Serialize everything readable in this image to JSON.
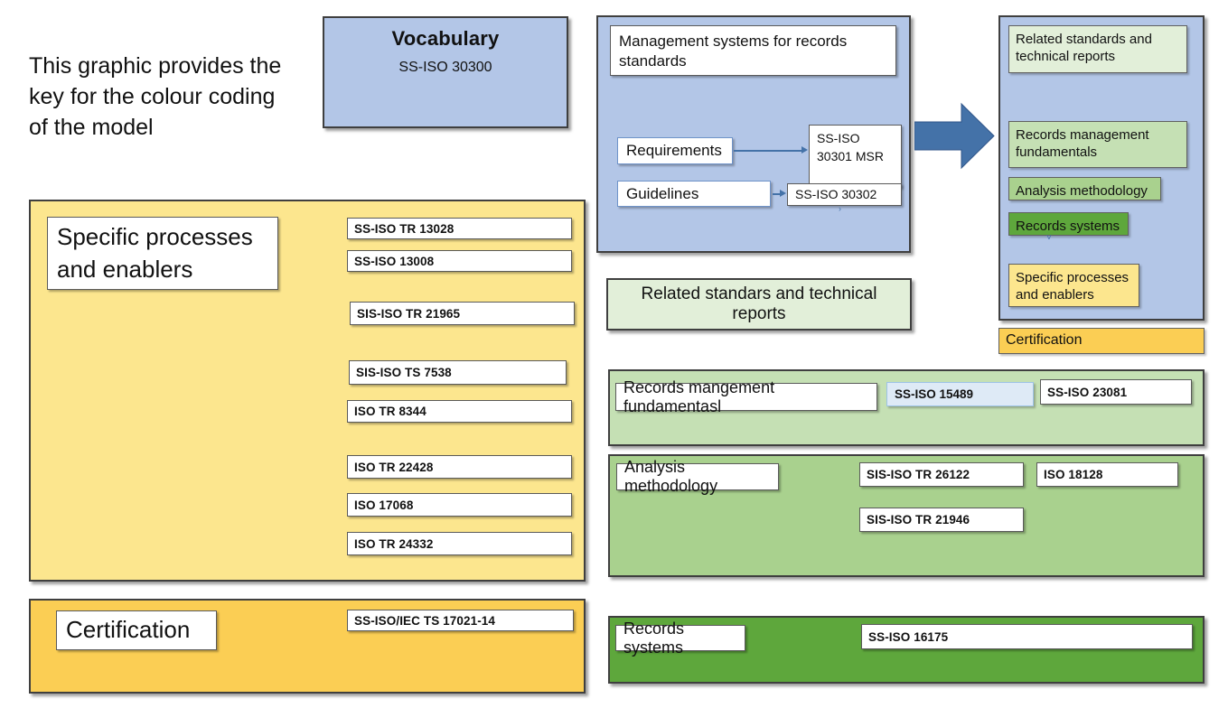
{
  "intro": {
    "text": "This graphic provides the key for the colour coding of the model"
  },
  "vocabulary": {
    "title": "Vocabulary",
    "standard": "SS-ISO 30300"
  },
  "specific_processes_panel": {
    "label": "Specific processes and enablers",
    "standards": [
      "SS-ISO TR 13028",
      "SS-ISO 13008",
      "SIS-ISO TR 21965",
      "SIS-ISO TS 7538",
      "ISO TR 8344",
      "ISO TR 22428",
      "ISO 17068",
      "ISO TR 24332"
    ]
  },
  "certification_panel": {
    "label": "Certification",
    "standards": [
      "SS-ISO/IEC TS 17021-14"
    ]
  },
  "msr_panel": {
    "title": "Management systems for records standards",
    "requirements_label": "Requirements",
    "guidelines_label": "Guidelines",
    "requirements_standard": "SS-ISO 30301 MSR",
    "guidelines_standard": "SS-ISO 30302"
  },
  "related_standards_header": {
    "label": "Related standars and technical reports"
  },
  "records_mgmt_panel": {
    "label": "Records mangement fundamentasl",
    "standards": [
      {
        "text": "SS-ISO 15489",
        "style": "blue-fill"
      },
      {
        "text": "SS-ISO 23081",
        "style": "white"
      }
    ]
  },
  "analysis_panel": {
    "label": "Analysis methodology",
    "standards": [
      "SIS-ISO TR 26122",
      "ISO 18128",
      "SIS-ISO TR 21946"
    ]
  },
  "records_systems_panel": {
    "label": "Records systems",
    "standards": [
      "SS-ISO 16175"
    ]
  },
  "legend": {
    "items": [
      {
        "label": "Related standards and technical reports",
        "color": "#e2efd9"
      },
      {
        "label": "Records management fundamentals",
        "color": "#c5e0b4"
      },
      {
        "label": "Analysis methodology",
        "color": "#a9d18e"
      },
      {
        "label": "Records systems",
        "color": "#5ea73c"
      },
      {
        "label": "Specific processes and enablers",
        "color": "#fce68e"
      }
    ],
    "certification": {
      "label": "Certification",
      "color": "#fbce54"
    }
  },
  "colors": {
    "blue_panel": "#b3c6e7",
    "arrow_blue": "#4472a8",
    "yellow": "#fce68e",
    "gold": "#fbce54",
    "green_light": "#e2efd9",
    "green_medium": "#c5e0b4",
    "green_mid": "#a9d18e",
    "green_dark": "#5ea73c",
    "blue_fill": "#deeaf6"
  }
}
